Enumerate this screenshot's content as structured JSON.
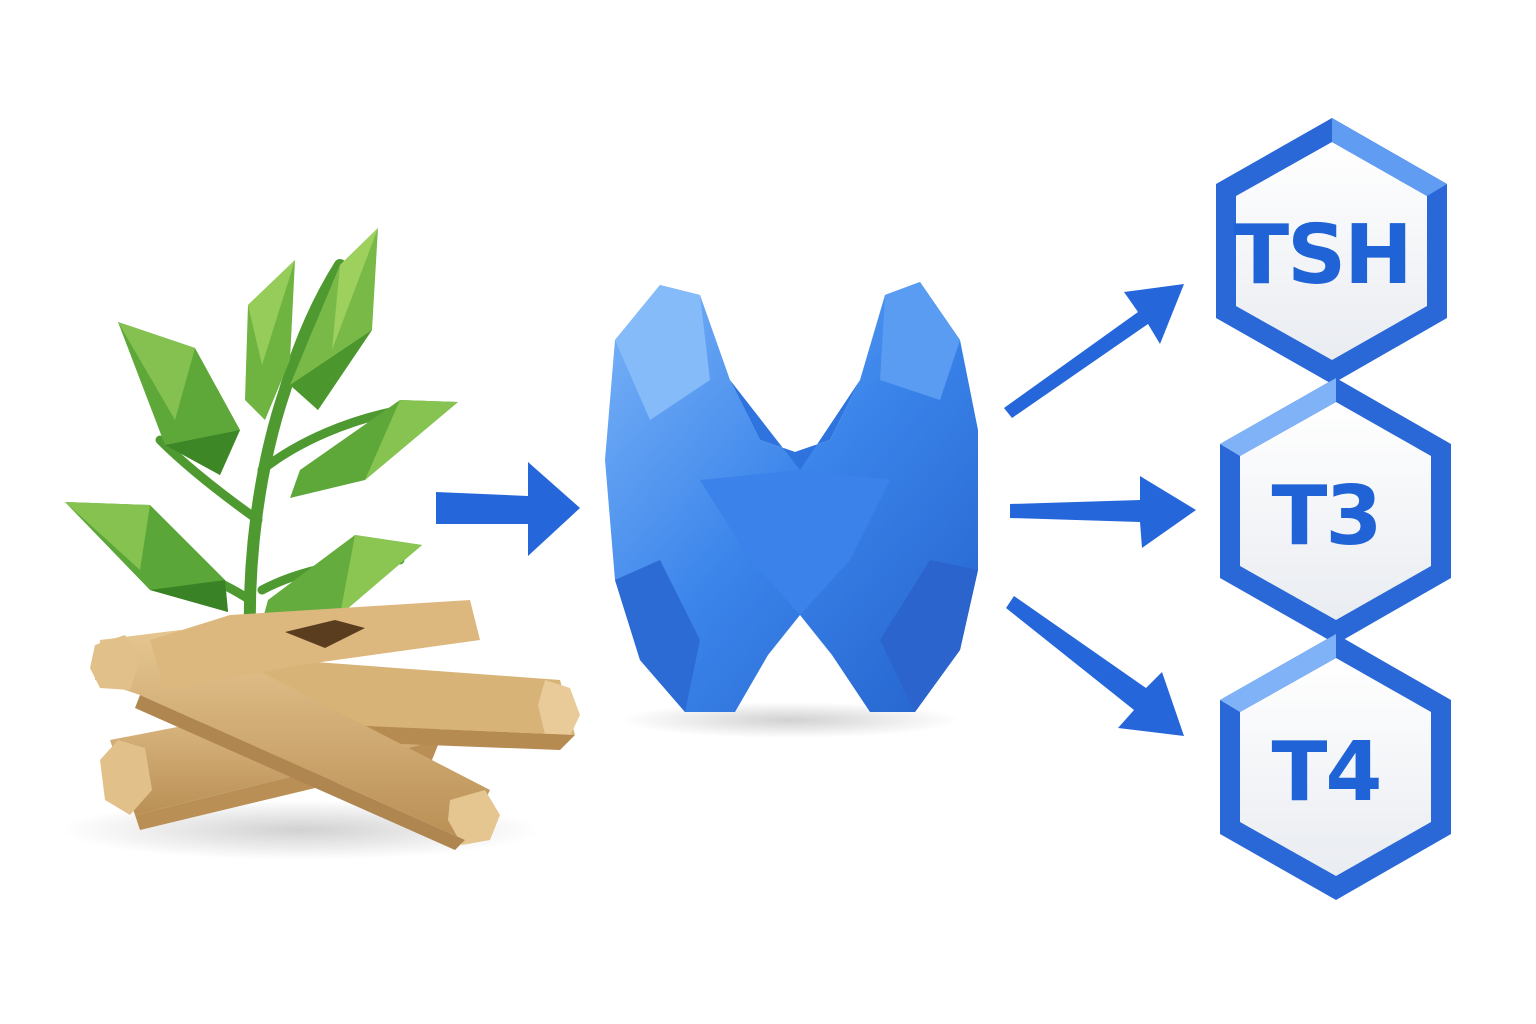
{
  "diagram": {
    "source": {
      "icon": "plant-root-icon",
      "colors": {
        "leaf": "#6db33f",
        "leaf_dark": "#3f8a2a",
        "root": "#d9b47a",
        "root_dark": "#b98f55"
      }
    },
    "target": {
      "icon": "thyroid-gland-icon",
      "colors": {
        "gland": "#3a84ea",
        "gland_light": "#78b0f7",
        "gland_dark": "#2a68cf"
      }
    },
    "arrow_color": "#2567db",
    "hormones": [
      {
        "label": "TSH"
      },
      {
        "label": "T3"
      },
      {
        "label": "T4"
      }
    ]
  }
}
